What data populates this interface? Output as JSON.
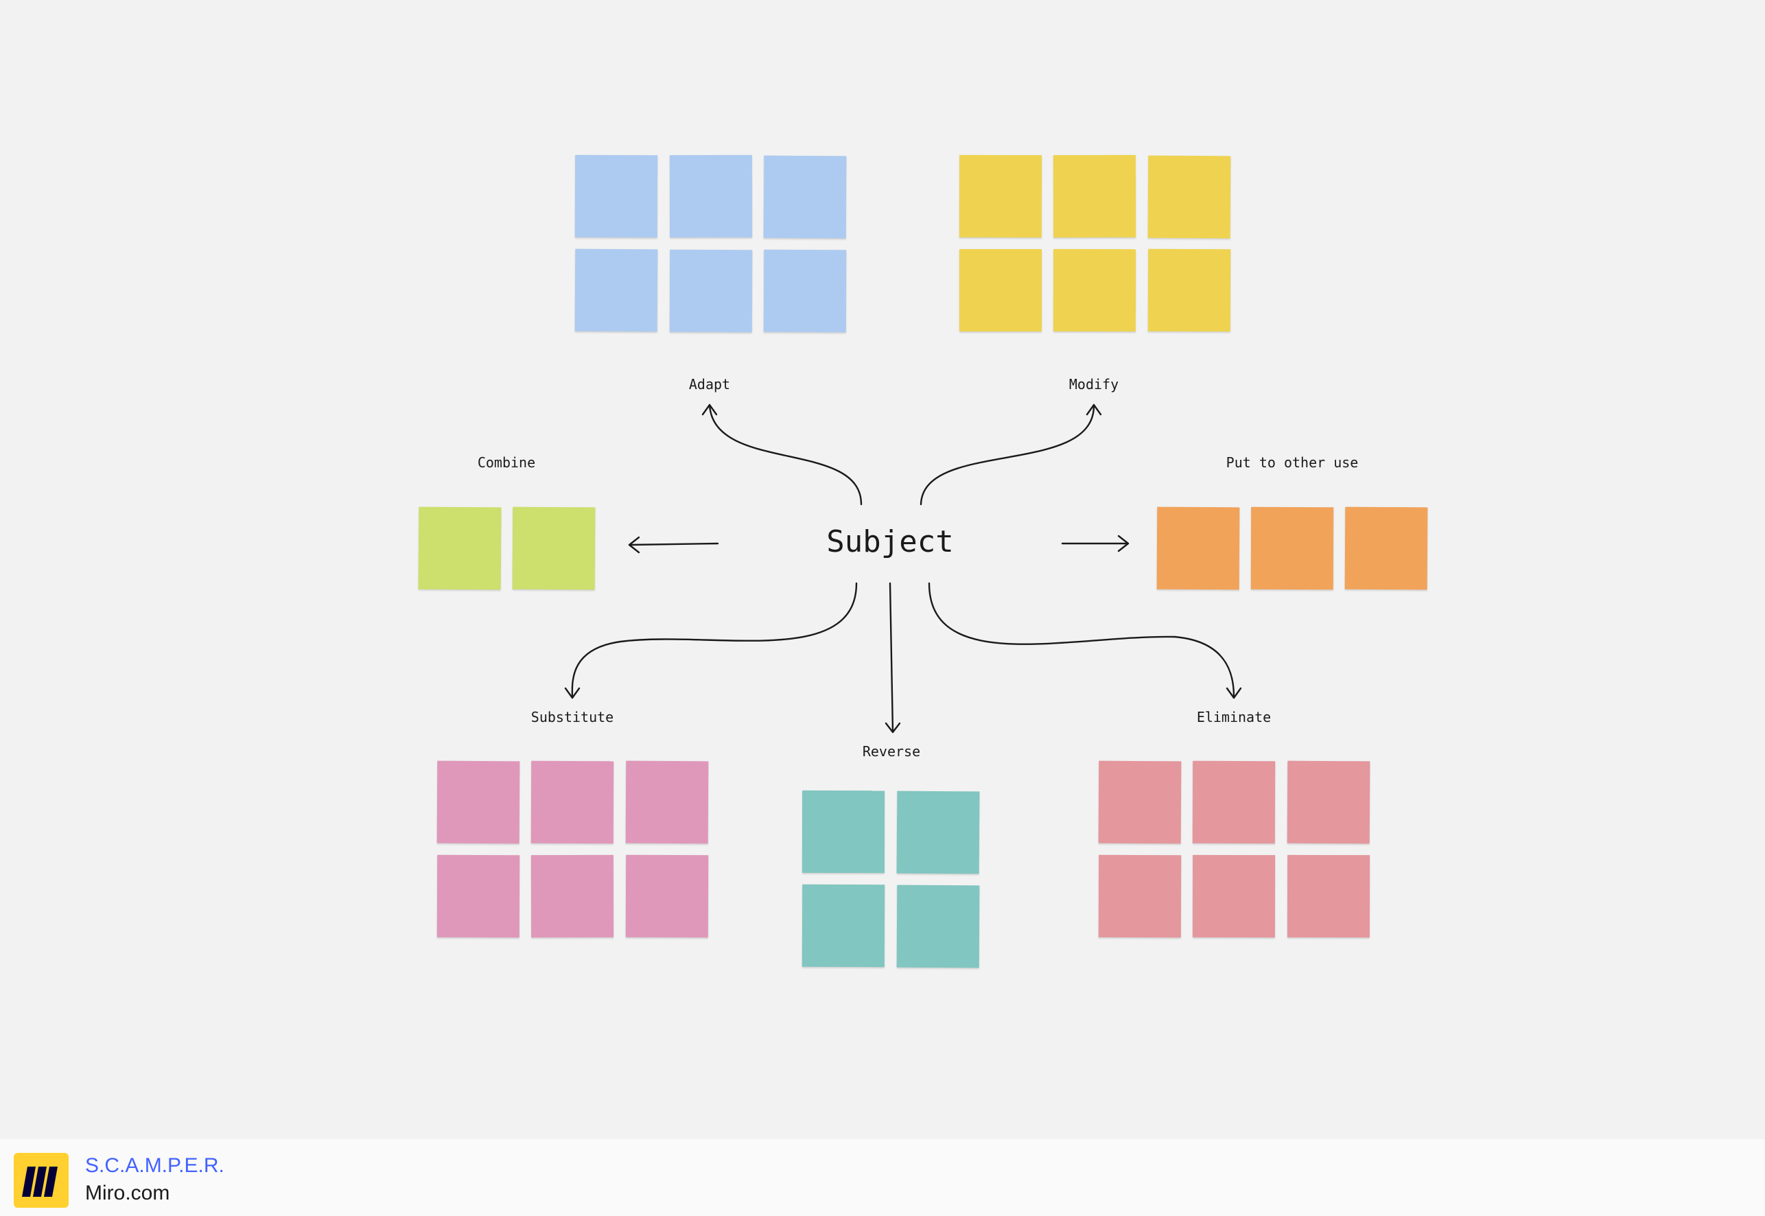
{
  "subject": "Subject",
  "colors": {
    "adapt": "#adcbf1",
    "modify": "#efd350",
    "combine": "#cddf6c",
    "put_to_other_use": "#f1a35a",
    "substitute": "#df98ba",
    "reverse": "#81c6c0",
    "eliminate": "#e4979d",
    "arrow": "#1a1a1a",
    "background": "#f2f2f2"
  },
  "groups": [
    {
      "id": "adapt",
      "label": "Adapt",
      "sticky_count": 6
    },
    {
      "id": "modify",
      "label": "Modify",
      "sticky_count": 6
    },
    {
      "id": "combine",
      "label": "Combine",
      "sticky_count": 2
    },
    {
      "id": "put-to-other-use",
      "label": "Put to other use",
      "sticky_count": 3
    },
    {
      "id": "substitute",
      "label": "Substitute",
      "sticky_count": 6
    },
    {
      "id": "reverse",
      "label": "Reverse",
      "sticky_count": 4
    },
    {
      "id": "eliminate",
      "label": "Eliminate",
      "sticky_count": 6
    }
  ],
  "footer": {
    "logo_icon": "miro-logo-icon",
    "title": "S.C.A.M.P.E.R.",
    "subtitle": "Miro.com"
  }
}
